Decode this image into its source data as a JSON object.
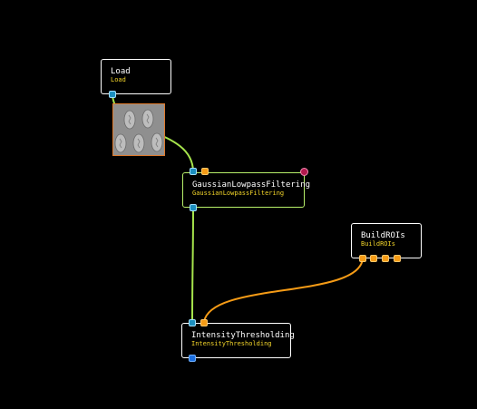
{
  "nodes": {
    "load": {
      "title": "Load",
      "subtitle": "Load"
    },
    "gaussian": {
      "title": "GaussianLowpassFiltering",
      "subtitle": "GaussianLowpassFiltering"
    },
    "threshold": {
      "title": "IntensityThresholding",
      "subtitle": "IntensityThresholding"
    },
    "buildrois": {
      "title": "BuildROIs",
      "subtitle": "BuildROIs"
    }
  },
  "colors": {
    "background": "#000000",
    "node_border": "#ffffff",
    "selected_border": "#b7f06a",
    "subtitle_text": "#f3d52a",
    "image_port": "#1c8fbf",
    "image_port_blue": "#1c6fe0",
    "roi_port": "#f59b16",
    "image_wire": "#a6e44c",
    "roi_wire": "#f59b16",
    "status_dot": "#b2184d",
    "preview_border": "#e07b2e"
  },
  "icons": {
    "status": "status-dot-icon",
    "preview": "image-thumbnail"
  }
}
